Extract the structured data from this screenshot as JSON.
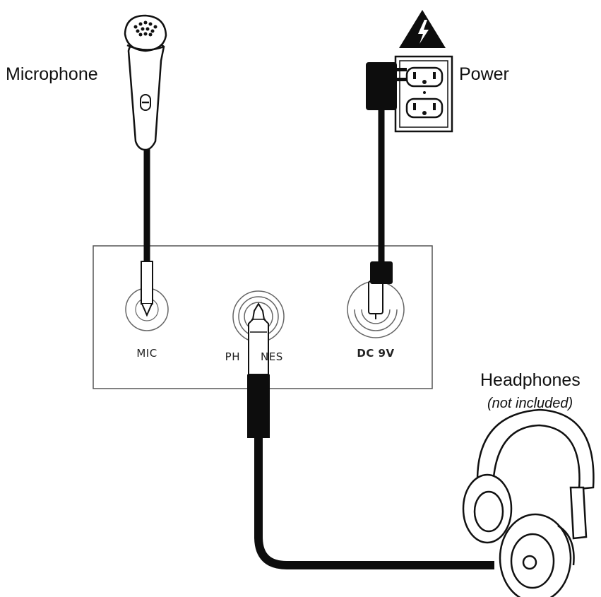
{
  "labels": {
    "microphone": "Microphone",
    "power": "Power",
    "headphones": "Headphones",
    "headphones_note": "(not included)"
  },
  "ports": {
    "mic": "MIC",
    "phones_left": "PH",
    "phones_right": "NES",
    "dc": "DC 9V"
  },
  "icons": {
    "warning": "high-voltage-warning-icon",
    "outlet": "wall-outlet-icon"
  },
  "colors": {
    "ink": "#111111",
    "cable": "#0d0d0d",
    "panel_border": "#555555",
    "background": "#ffffff"
  }
}
